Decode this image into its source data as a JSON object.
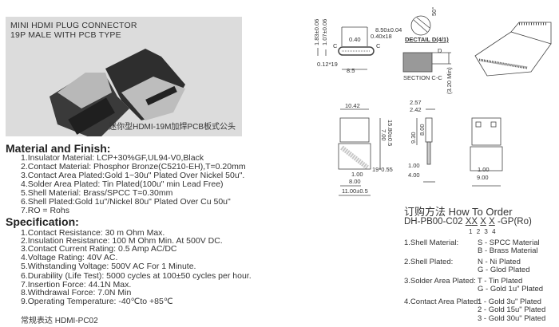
{
  "product": {
    "title_line1": "MINI HDMI PLUG CONNECTOR",
    "title_line2": "19P MALE WITH PCB TYPE",
    "caption": "迷你型HDMI-19M加焊PCB板式公头"
  },
  "material": {
    "heading": "Material and Finish:",
    "items": [
      "1.Insulator Material: LCP+30%GF,UL94-V0,Black",
      "2.Contact Material: Phosphor Bronze(C5210-EH),T=0.20mm",
      "3.Contact Area Plated:Gold 1~30u\" Plated  Over Nickel 50u\".",
      "4.Solder Area Plated: Tin Plated(100u\" min Lead Free)",
      "5.Shell Material: Brass/SPCC T=0.30mm",
      "6.Shell Plated:Gold 1u\"/Nickel 80u\" Plated  Over Cu 50u\"",
      "7.RO = Rohs"
    ]
  },
  "specification": {
    "heading": "Specification:",
    "items": [
      "1.Contact Resistance: 30 m Ohm Max.",
      "2.Insulation Resistance: 100 M Ohm Min. At 500V DC.",
      "3.Contact Current Rating: 0.5 Amp AC/DC",
      "4.Voltage Rating: 40V AC.",
      "5.Withstanding Voltage: 500V AC For 1 Minute.",
      "6.Durability (Life Test): 5000 cycles at 100±50 cycles per hour.",
      "7.Insertion Force: 44.1N Max.",
      "8.Withdrawal Force: 7.0N Min",
      "9.Operating Temperature: -40℃to +85℃"
    ],
    "footer": "常规表达 HDMI-PC02"
  },
  "drawings": {
    "front": {
      "d1": "1.83±0.06",
      "d2": "1.07±0.06",
      "d3": "8.50±0.04",
      "d4": "0.40x18",
      "d5": "0.40",
      "d6": "0.12*19",
      "d7": "8.5",
      "c": "C"
    },
    "detail": {
      "angle": "50°",
      "label": "DECTAIL D(4/1)",
      "d": "D",
      "section": "SECTION  C-C",
      "height": "(3.20 Min)"
    },
    "top": {
      "w": "10.42",
      "h1": "7.00",
      "h2": "15.80±0.5",
      "pins": "19*0.55",
      "p": "1.00",
      "s": "8.00",
      "total": "11.00±0.5"
    },
    "side": {
      "t1": "2.57",
      "t2": "2.42",
      "h1": "9.30",
      "h2": "8.00",
      "b1": "1.00",
      "b2": "4.00"
    },
    "bottom": {
      "p": "1.00",
      "w": "9.00"
    }
  },
  "order": {
    "heading": "订购方法  How To Order",
    "code_prefix": "DH-PB00-C02",
    "code_x": [
      "X",
      "X",
      "X",
      "X"
    ],
    "code_suffix": "-GP(Ro)",
    "positions": [
      "1",
      "2",
      "3",
      "4"
    ],
    "groups": [
      {
        "label": "1.Shell Material:",
        "options": [
          "S - SPCC Material",
          "B - Brass Material"
        ]
      },
      {
        "label": "2.Shell Plated:",
        "options": [
          "N - Ni Plated",
          "G - Glod Plated"
        ]
      },
      {
        "label": "3.Solder Area Plated:",
        "options": [
          "T - Tin Plated",
          "G - Gold 1u\" Plated"
        ]
      },
      {
        "label": "4.Contact Area Plated:",
        "options": [
          "1 - Gold 3u\" Plated",
          "2 - Gold 15u\" Plated",
          "3 - Gold 30u\" Plated"
        ]
      }
    ]
  }
}
